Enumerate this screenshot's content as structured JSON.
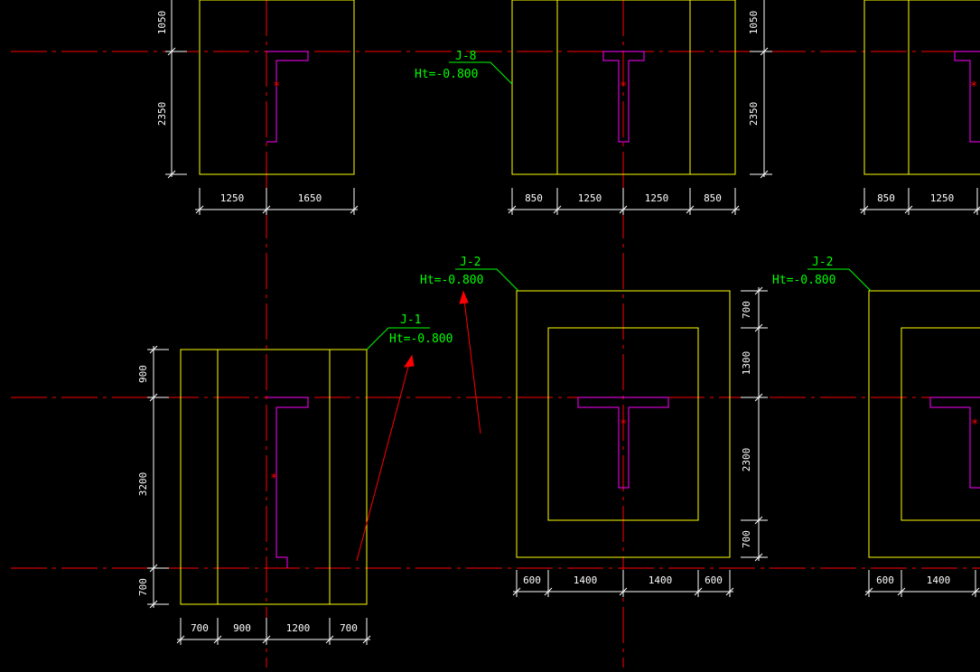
{
  "colors": {
    "background": "#000000",
    "axis": "#ff0000",
    "outline": "#ffff00",
    "column": "#ff00ff",
    "dimension": "#ffffff",
    "label": "#00ff00",
    "arrow": "#ff0000"
  },
  "labels": {
    "j8": {
      "name": "J-8",
      "ht": "Ht=-0.800"
    },
    "j2a": {
      "name": "J-2",
      "ht": "Ht=-0.800"
    },
    "j2b": {
      "name": "J-2",
      "ht": "Ht=-0.800"
    },
    "j1": {
      "name": "J-1",
      "ht": "Ht=-0.800"
    }
  },
  "dims": {
    "topLeftV": [
      "1050",
      "2350"
    ],
    "topLeftH": [
      "1250",
      "1650"
    ],
    "topMidH": [
      "850",
      "1250",
      "1250",
      "850"
    ],
    "topRightV": [
      "1050",
      "2350"
    ],
    "topRightH": [
      "850",
      "1250"
    ],
    "botLeftV": [
      "900",
      "3200",
      "700"
    ],
    "botLeftH": [
      "700",
      "900",
      "1200",
      "700"
    ],
    "botMidV": [
      "700",
      "1300",
      "2300",
      "700"
    ],
    "botMidH": [
      "600",
      "1400",
      "1400",
      "600"
    ],
    "botRightH": [
      "600",
      "1400"
    ]
  },
  "markers": {
    "centroid": "*"
  }
}
